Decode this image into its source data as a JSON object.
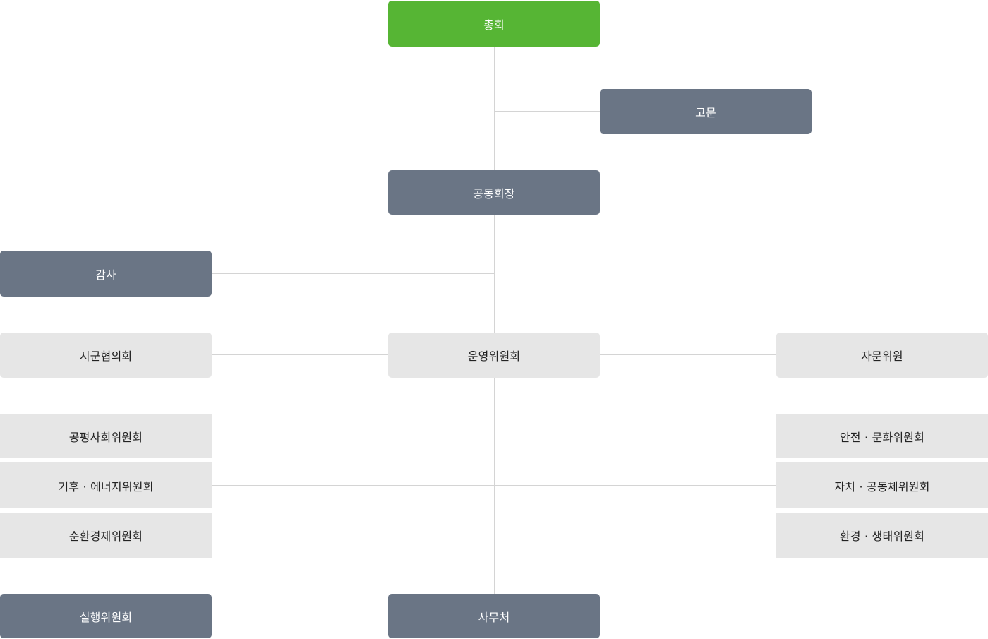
{
  "nodes": {
    "general_assembly": "총회",
    "advisor": "고문",
    "co_chair": "공동회장",
    "auditor": "감사",
    "city_county_council": "시군협의회",
    "steering_committee": "운영위원회",
    "advisory_member": "자문위원",
    "fair_society_committee": "공평사회위원회",
    "climate_energy_committee": "기후 · 에너지위원회",
    "circular_economy_committee": "순환경제위원회",
    "safety_culture_committee": "안전 · 문화위원회",
    "autonomy_community_committee": "자치 · 공동체위원회",
    "environment_ecology_committee": "환경 · 생태위원회",
    "executive_committee": "실행위원회",
    "secretariat": "사무처"
  },
  "colors": {
    "top_node": "#56b534",
    "primary_node": "#6a7585",
    "secondary_node": "#e6e6e6",
    "connector": "#d4d4d4"
  }
}
